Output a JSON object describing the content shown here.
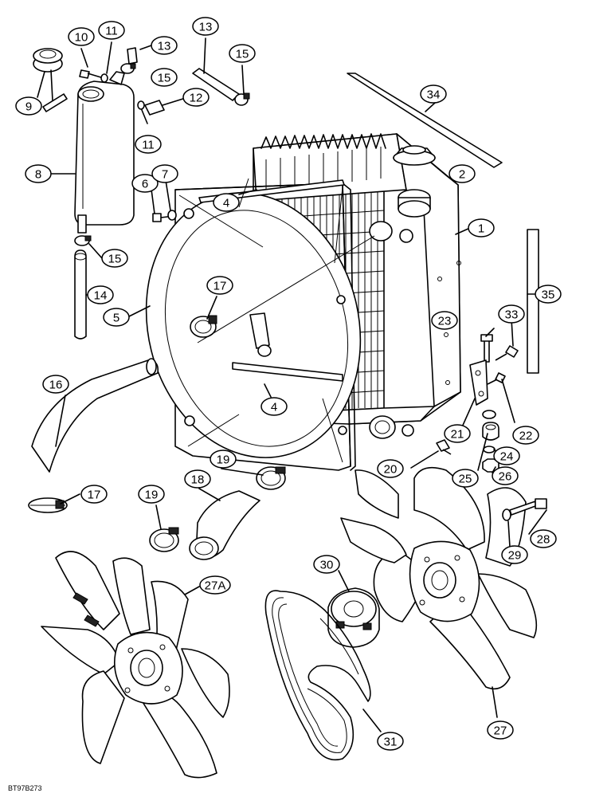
{
  "diagram": {
    "drawing_code": "BT97B273",
    "callouts": [
      {
        "id": "c10",
        "label": "10"
      },
      {
        "id": "c11a",
        "label": "11"
      },
      {
        "id": "c13a",
        "label": "13"
      },
      {
        "id": "c13b",
        "label": "13"
      },
      {
        "id": "c15a",
        "label": "15"
      },
      {
        "id": "c15b",
        "label": "15"
      },
      {
        "id": "c9",
        "label": "9"
      },
      {
        "id": "c12",
        "label": "12"
      },
      {
        "id": "c11b",
        "label": "11"
      },
      {
        "id": "c34",
        "label": "34"
      },
      {
        "id": "c8",
        "label": "8"
      },
      {
        "id": "c6",
        "label": "6"
      },
      {
        "id": "c7",
        "label": "7"
      },
      {
        "id": "c2",
        "label": "2"
      },
      {
        "id": "c4a",
        "label": "4"
      },
      {
        "id": "c1",
        "label": "1"
      },
      {
        "id": "c15c",
        "label": "15"
      },
      {
        "id": "c14",
        "label": "14"
      },
      {
        "id": "c17a",
        "label": "17"
      },
      {
        "id": "c35",
        "label": "35"
      },
      {
        "id": "c5",
        "label": "5"
      },
      {
        "id": "c33",
        "label": "33"
      },
      {
        "id": "c23",
        "label": "23"
      },
      {
        "id": "c16",
        "label": "16"
      },
      {
        "id": "c4b",
        "label": "4"
      },
      {
        "id": "c22",
        "label": "22"
      },
      {
        "id": "c21",
        "label": "21"
      },
      {
        "id": "c24",
        "label": "24"
      },
      {
        "id": "c20",
        "label": "20"
      },
      {
        "id": "c25",
        "label": "25"
      },
      {
        "id": "c26",
        "label": "26"
      },
      {
        "id": "c19a",
        "label": "19"
      },
      {
        "id": "c18",
        "label": "18"
      },
      {
        "id": "c17b",
        "label": "17"
      },
      {
        "id": "c19b",
        "label": "19"
      },
      {
        "id": "c28",
        "label": "28"
      },
      {
        "id": "c29",
        "label": "29"
      },
      {
        "id": "c30",
        "label": "30"
      },
      {
        "id": "c27a",
        "label": "27A"
      },
      {
        "id": "c31",
        "label": "31"
      },
      {
        "id": "c27",
        "label": "27"
      }
    ]
  }
}
